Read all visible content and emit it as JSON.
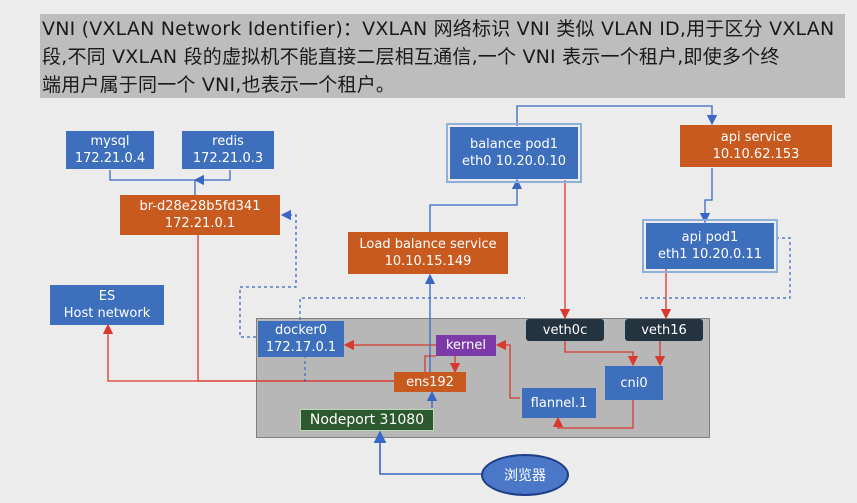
{
  "caption": {
    "lines": [
      "VNI (VXLAN Network Identifier)：VXLAN 网络标识 VNI 类似 VLAN ID,用于区分 VXLAN",
      "段,不同 VXLAN 段的虚拟机不能直接二层相互通信,一个 VNI 表示一个租户,即使多个终",
      "端用户属于同一个 VNI,也表示一个租户。"
    ]
  },
  "nodes": {
    "mysql": {
      "line1": "mysql",
      "line2": "172.21.0.4"
    },
    "redis": {
      "line1": "redis",
      "line2": "172.21.0.3"
    },
    "bridge": {
      "line1": "br-d28e28b5fd341",
      "line2": "172.21.0.1"
    },
    "es": {
      "line1": "ES",
      "line2": "Host network"
    },
    "balance_pod": {
      "line1": "balance pod1",
      "line2": "eth0 10.20.0.10"
    },
    "lb_service": {
      "line1": "Load balance service",
      "line2": "10.10.15.149"
    },
    "api_service": {
      "line1": "api  service",
      "line2": "10.10.62.153"
    },
    "api_pod": {
      "line1": "api pod1",
      "line2": "eth1 10.20.0.11"
    },
    "docker0": {
      "line1": "docker0",
      "line2": "172.17.0.1"
    },
    "kernel": {
      "label": "kernel"
    },
    "veth0c": {
      "label": "veth0c"
    },
    "veth16": {
      "label": "veth16"
    },
    "ens192": {
      "label": "ens192"
    },
    "cni0": {
      "label": "cni0"
    },
    "flannel": {
      "label": "flannel.1"
    },
    "nodeport": {
      "label": "Nodeport  31080"
    },
    "browser": {
      "label": "浏览器"
    }
  },
  "colors": {
    "blue_node": "#3d6fbd",
    "orange_node": "#c95a1f",
    "red_link": "#d9382f",
    "blue_link": "#3a66c4"
  }
}
